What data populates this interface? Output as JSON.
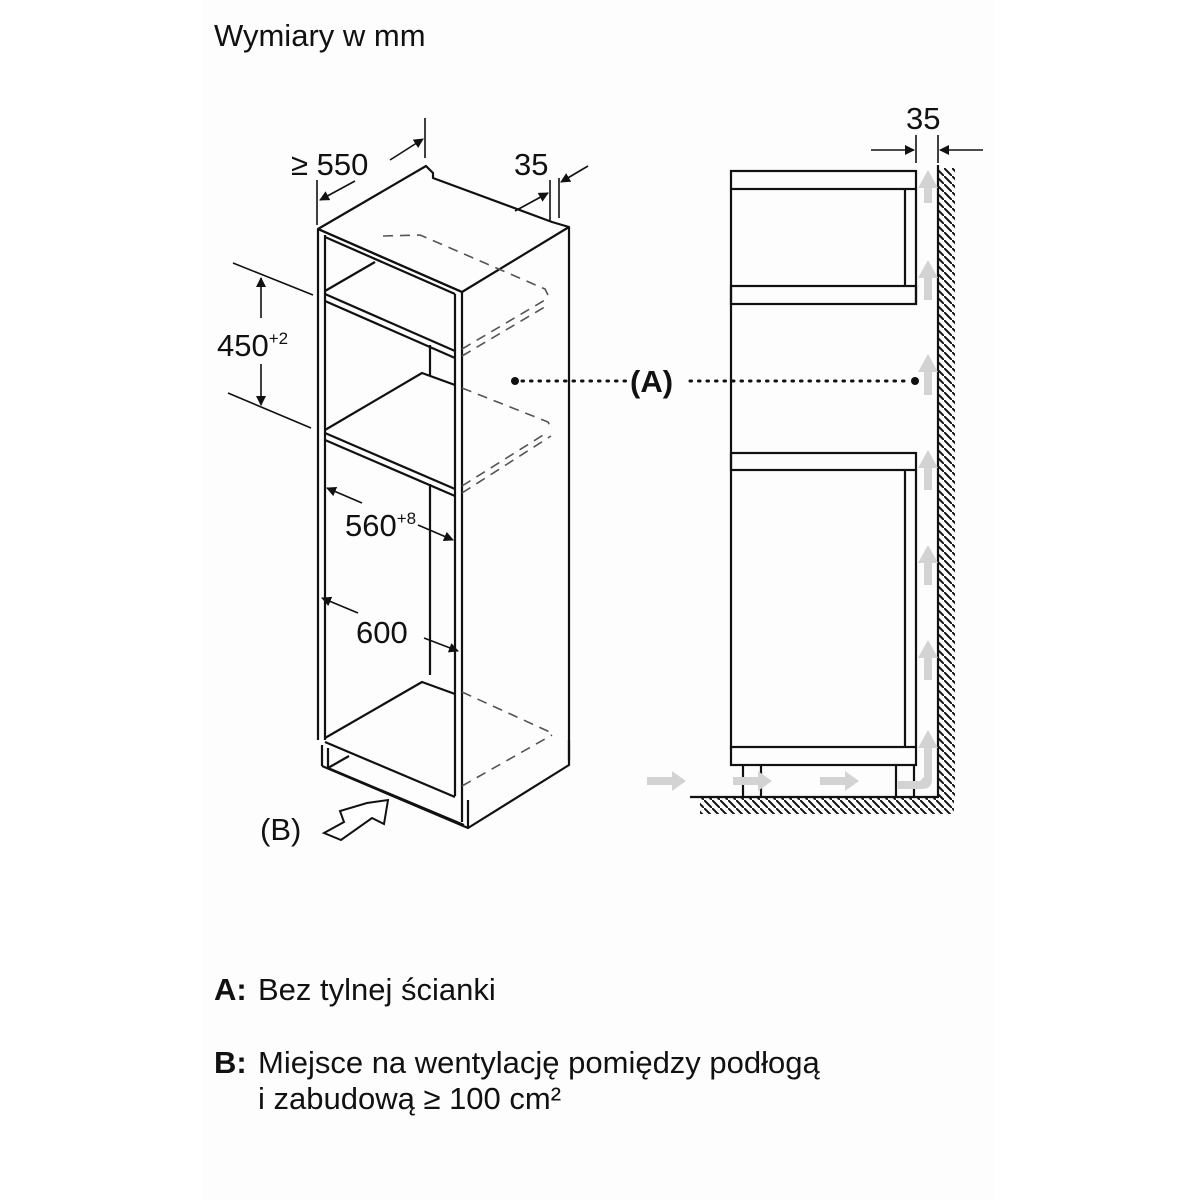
{
  "title": "Wymiary w mm",
  "iso_view": {
    "depth_label": "≥ 550",
    "rear_gap_label": "35",
    "niche_height_label": "450",
    "niche_height_tolerance": "+2",
    "inner_width_label": "560",
    "inner_width_tolerance": "+8",
    "outer_width_label": "600",
    "vent_marker": "(B)"
  },
  "side_view": {
    "rear_gap_label": "35",
    "no_back_marker": "(A)"
  },
  "legend": [
    {
      "key": "A:",
      "text_lines": [
        "Bez tylnej ścianki"
      ]
    },
    {
      "key": "B:",
      "text_lines": [
        "Miejsce na wentylację pomiędzy podłogą",
        "i zabudową ≥ 100 cm²"
      ]
    }
  ],
  "colors": {
    "line": "#111111",
    "airflow_arrow": "#d3d3d3",
    "dashed": "#555555"
  }
}
